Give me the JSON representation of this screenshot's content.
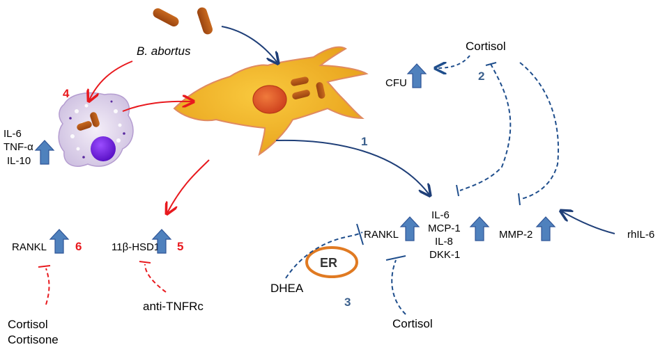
{
  "labels": {
    "bacterium": "B. abortus",
    "cortisol_top": "Cortisol",
    "cfu": "CFU",
    "macrophage_cytokines": [
      "IL-6",
      "TNF-α",
      "IL-10"
    ],
    "osteoblast_factors": [
      "IL-6",
      "MCP-1",
      "IL-8",
      "DKK-1"
    ],
    "mmp2": "MMP-2",
    "rhil6": "rhIL-6",
    "rankl_mid": "RANKL",
    "er": "ER",
    "dhea": "DHEA",
    "cortisol_bottom": "Cortisol",
    "rankl_left": "RANKL",
    "hsd": "11β-HSD1",
    "cortisol_cortisone": [
      "Cortisol",
      "Cortisone"
    ],
    "anti_tnfrc": "anti-TNFRc"
  },
  "step_numbers": {
    "one": "1",
    "two": "2",
    "three": "3",
    "four": "4",
    "five": "5",
    "six": "6"
  },
  "colors": {
    "red_arrow": "#e8191e",
    "navy_arrow": "#1f3f78",
    "inhibit_dashed": "#1f4e8c",
    "up_arrow_fill": "#4f81bd",
    "up_arrow_stroke": "#2f5597",
    "cell_body": "#f5b32a",
    "nucleus": "#e0552a",
    "bacterium": "#b8561a",
    "er_ring": "#e07a22"
  }
}
